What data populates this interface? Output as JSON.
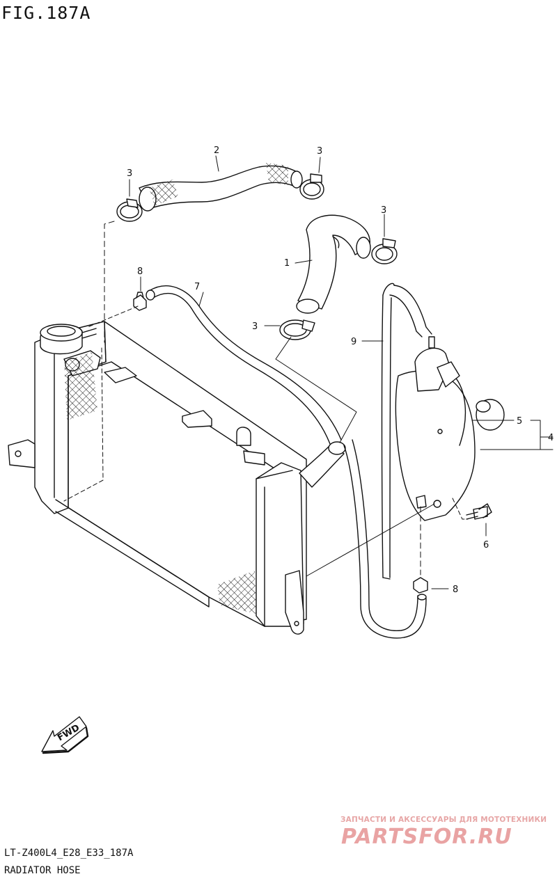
{
  "figure": {
    "title": "FIG.187A",
    "code": "LT-Z400L4_E28_E33_187A",
    "name": "RADIATOR HOSE"
  },
  "callouts": {
    "c1": "1",
    "c2": "2",
    "c3a": "3",
    "c3b": "3",
    "c3c": "3",
    "c3d": "3",
    "c4": "4",
    "c5": "5",
    "c6": "6",
    "c7": "7",
    "c8a": "8",
    "c8b": "8",
    "c9": "9"
  },
  "fwd_label": "FWD",
  "watermark": {
    "caption": "ЗАПЧАСТИ И АКСЕССУАРЫ ДЛЯ МОТОТЕХНИКИ",
    "logo": "PARTSFOR.RU",
    "color": "#e9a3a3"
  }
}
